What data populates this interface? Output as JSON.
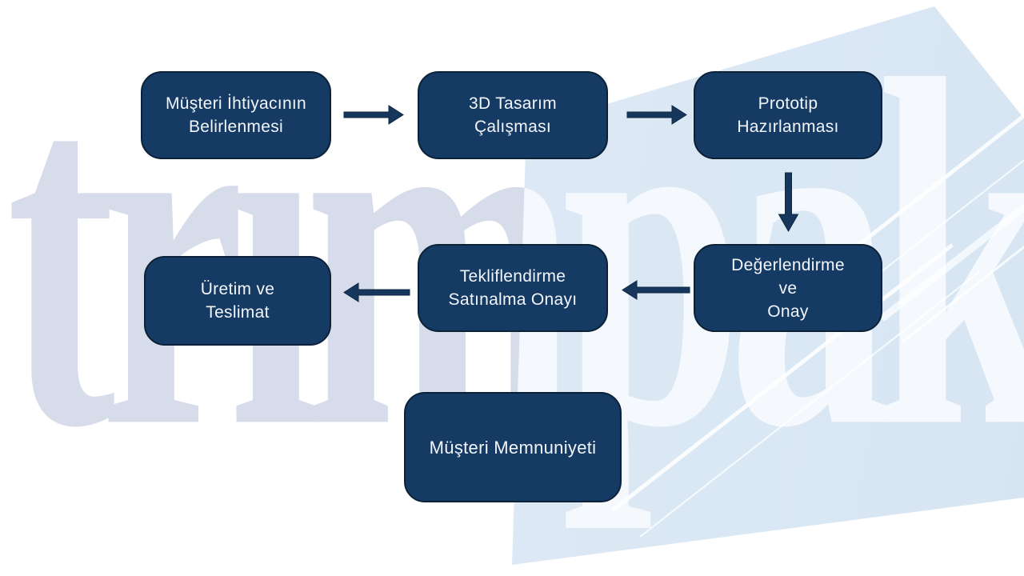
{
  "slide": {
    "background_color": "#FFFFFF",
    "watermark": {
      "text": "trimpak",
      "base_color": "#D6DCE9",
      "overlay_color": "#F5F9FD",
      "polygon_color": "#DDE9F5"
    }
  },
  "flow": {
    "node_fill_color": "#153A63",
    "node_border_color": "#0B2138",
    "node_text_color": "#F2F6FA",
    "arrow_color": "#16365C",
    "nodes": [
      {
        "id": "step-1",
        "label": "Müşteri İhtiyacının\nBelirlenmesi"
      },
      {
        "id": "step-2",
        "label": "3D Tasarım\nÇalışması"
      },
      {
        "id": "step-3",
        "label": "Prototip\nHazırlanması"
      },
      {
        "id": "step-4",
        "label": "Değerlendirme\nve\nOnay"
      },
      {
        "id": "step-5",
        "label": "Tekliflendirme\nSatınalma Onayı"
      },
      {
        "id": "step-6",
        "label": "Üretim ve\nTeslimat"
      },
      {
        "id": "step-7",
        "label": "Müşteri Memnuniyeti"
      }
    ],
    "edges": [
      {
        "from": "step-1",
        "to": "step-2",
        "direction": "right"
      },
      {
        "from": "step-2",
        "to": "step-3",
        "direction": "right"
      },
      {
        "from": "step-3",
        "to": "step-4",
        "direction": "down"
      },
      {
        "from": "step-4",
        "to": "step-5",
        "direction": "left"
      },
      {
        "from": "step-5",
        "to": "step-6",
        "direction": "left"
      }
    ]
  }
}
